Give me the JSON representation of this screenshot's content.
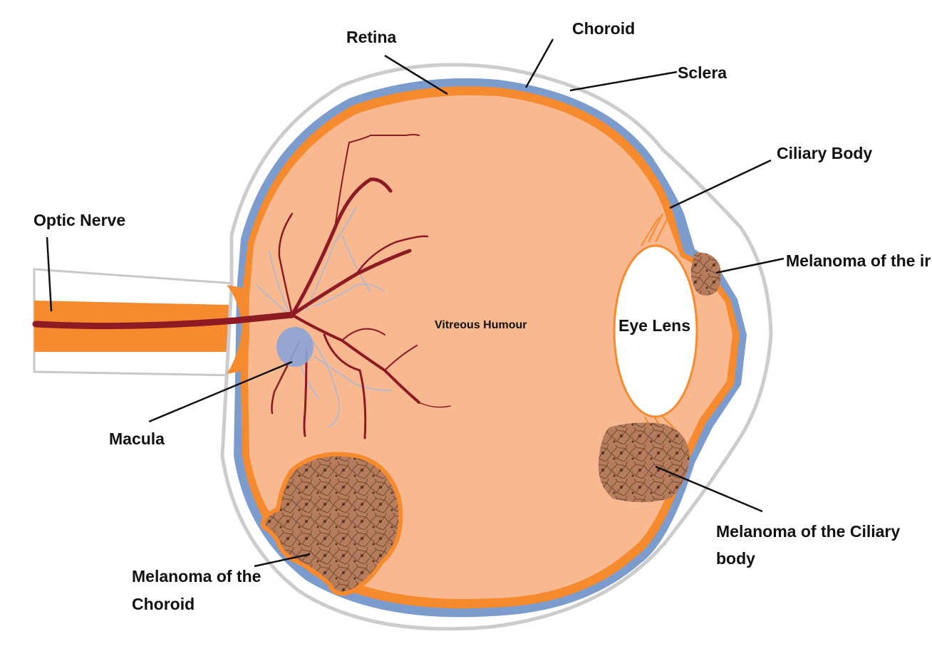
{
  "labels": {
    "retina": "Retina",
    "choroid": "Choroid",
    "sclera": "Sclera",
    "ciliary_body": "Ciliary Body",
    "optic_nerve": "Optic Nerve",
    "melanoma_iris": "Melanoma of the ir",
    "vitreous_humour": "Vitreous Humour",
    "eye_lens": "Eye Lens",
    "macula": "Macula",
    "melanoma_ciliary_line1": "Melanoma of the Ciliary",
    "melanoma_ciliary_line2": "body",
    "melanoma_choroid_line1": "Melanoma of the",
    "melanoma_choroid_line2": "Choroid"
  },
  "colors": {
    "sclera": "#ffffff",
    "sclera_outline": "#c8c8c8",
    "choroid": "#7b9ccc",
    "retina": "#f58a2e",
    "vitreous": "#f8b990",
    "vessel": "#8e1a24",
    "vein": "#a8b8d6",
    "macula": "#8aa4d8",
    "tumor": "#b77c5c",
    "tumor_cell": "#6e4a36",
    "lens": "#ffffff",
    "leader": "#111111"
  }
}
